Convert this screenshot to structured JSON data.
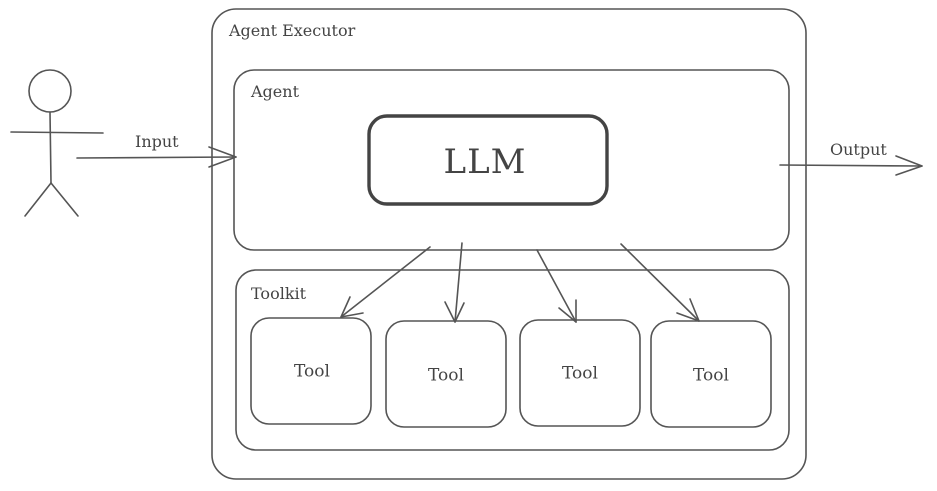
{
  "diagram": {
    "executor_label": "Agent Executor",
    "agent_label": "Agent",
    "llm_label": "LLM",
    "toolkit_label": "Toolkit",
    "input_label": "Input",
    "output_label": "Output",
    "tools": [
      {
        "label": "Tool"
      },
      {
        "label": "Tool"
      },
      {
        "label": "Tool"
      },
      {
        "label": "Tool"
      }
    ],
    "colors": {
      "stroke": "#555555",
      "llm_stroke": "#444444",
      "text": "#444444",
      "background": "#ffffff"
    }
  }
}
